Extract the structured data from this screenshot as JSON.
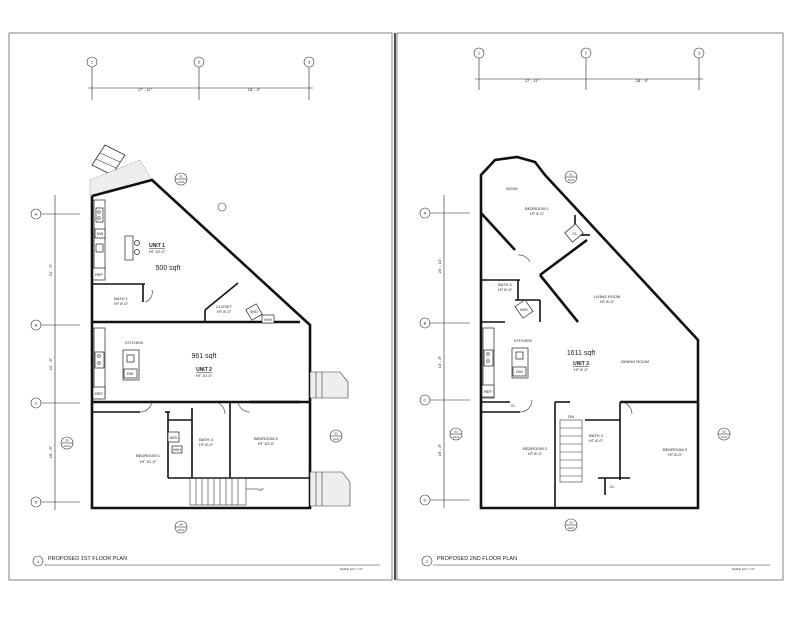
{
  "plans": [
    {
      "title": "PROPOSED 1ST FLOOR PLAN",
      "number": "1",
      "scale": "SCALE: 1/4\" = 1'-0\"",
      "grid_top": [
        "1",
        "2",
        "3"
      ],
      "grid_side": [
        "A",
        "B",
        "C",
        "D"
      ],
      "dims_top": [
        "17' - 11\"",
        "18' - 4\""
      ],
      "dims_side": [
        "21' - 5\"",
        "12' - 8\"",
        "16' - 8\""
      ],
      "unit1": {
        "name": "UNIT 1",
        "ht": "HT 10'-0\"",
        "area": "500 sqft"
      },
      "unit2": {
        "area": "961 sqft",
        "name": "UNIT 2",
        "ht": "HT 10'-0\""
      },
      "rooms": {
        "bath1": "BATH 1",
        "bath1_ht": "HT 8'-0\"",
        "closet": "CLOSET",
        "closet_ht": "HT 8'-0\"",
        "kitchen": "KITCHEN",
        "bath3": "BATH 3",
        "bath3_ht": "HT 8'-0\"",
        "bedroom2": "BEDROOM 2",
        "bedroom2_ht": "HT 10'-0\"",
        "bedroom1": "BEDROOM 1",
        "bedroom1_ht": "HT 10'-0\"",
        "up": "UP"
      },
      "fixtures": {
        "dw": "DW",
        "ref": "REF",
        "wd": "W/D",
        "wh": "W/H"
      },
      "sections": [
        {
          "top": "S1",
          "bot": "A4.0"
        },
        {
          "top": "S3",
          "bot": "A4.0"
        },
        {
          "top": "S2",
          "bot": "A4.0"
        },
        {
          "top": "S4",
          "bot": "A4.0"
        }
      ]
    },
    {
      "title": "PROPOSED 2ND FLOOR PLAN",
      "number": "2",
      "scale": "SCALE: 1/4\" = 1'-0\"",
      "grid_top": [
        "1",
        "2",
        "3"
      ],
      "grid_side": [
        "A",
        "B",
        "C",
        "D"
      ],
      "dims_top": [
        "17' - 11\"",
        "18' - 9\""
      ],
      "dims_side": [
        "20' - 10\"",
        "13' - 8\"",
        "16' - 8\""
      ],
      "unit3": {
        "area": "1611 sqft",
        "name": "UNIT 3",
        "ht": "HT 8'-0\""
      },
      "rooms": {
        "nook": "NOOK",
        "bedroom1": "BEDROOM 1",
        "bedroom1_ht": "HT 8'-0\"",
        "cl": "CL",
        "bath2": "BATH 2",
        "bath2_ht": "HT 8'-0\"",
        "living": "LIVING ROOM",
        "living_ht": "HT 8'-0\"",
        "kitchen": "KITCHEN",
        "dining": "DINING ROOM",
        "bedroom2": "BEDROOM 2",
        "bedroom2_ht": "HT 8'-0\"",
        "bath3": "BATH 3",
        "bath3_ht": "HT 8'-0\"",
        "bedroom3": "BEDROOM 3",
        "bedroom3_ht": "HT 8'-0\"",
        "dn": "DN"
      },
      "fixtures": {
        "dw": "DW",
        "ref": "REF",
        "wd": "W/D"
      },
      "sections": [
        {
          "top": "S1",
          "bot": "A4.0"
        },
        {
          "top": "S3",
          "bot": "A4.0"
        },
        {
          "top": "S2",
          "bot": "A4.0"
        },
        {
          "top": "S4",
          "bot": "A4.0"
        }
      ]
    }
  ]
}
